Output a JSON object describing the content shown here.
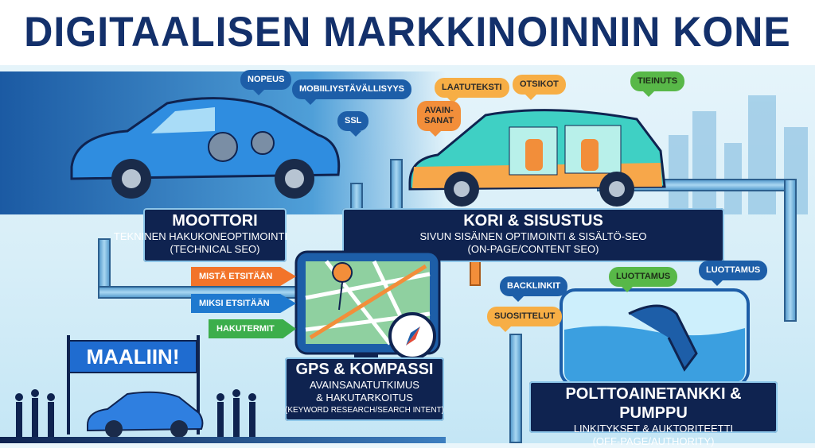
{
  "title": "DIGITAALISEN MARKKINOINNIN KONE",
  "engine": {
    "heading": "MOOTTORI",
    "line1": "TEKNINEN HAKUKONEOPTIMOINTI",
    "line2": "(TECHNICAL SEO)",
    "bubbles": [
      "NOPEUS",
      "MOBIILIYSTÄVÄLLISYYS",
      "SSL"
    ]
  },
  "body": {
    "heading": "KORI & SISUSTUS",
    "line1": "SIVUN SISÄINEN OPTIMOINTI & SISÄLTÖ-SEO",
    "line2": "(ON-PAGE/CONTENT SEO)",
    "bubbles": [
      "LAATUTEKSTI",
      "OTSIKOT",
      "TIEINUTS",
      "AVAIN-",
      "SANAT"
    ]
  },
  "gps": {
    "heading": "GPS & KOMPASSI",
    "line1": "AVAINSANATUTKIMUS",
    "line2": "& HAKUTARKOITUS",
    "line3": "(KEYWORD RESEARCH/SEARCH INTENT)",
    "arrows": [
      "MISTÄ ETSITÄÄN",
      "MIKSI ETSITÄÄN",
      "HAKUTERMIT"
    ]
  },
  "tank": {
    "heading": "POLTTOAINETANKKI & PUMPPU",
    "line1": "LINKITYKSET & AUKTORITEETTI",
    "line2": "(OFF-PAGE/AUTHORITY)",
    "bubbles": [
      "BACKLINKIT",
      "LUOTTAMUS",
      "LUOTTAMUS",
      "SUOSITTELUT"
    ]
  },
  "finish": {
    "sign": "MAALIIN!"
  },
  "colors": {
    "navy": "#0f2350",
    "title": "#13306b",
    "orange": "#f28e3a",
    "blue": "#1d5ea8",
    "green": "#58b848"
  }
}
